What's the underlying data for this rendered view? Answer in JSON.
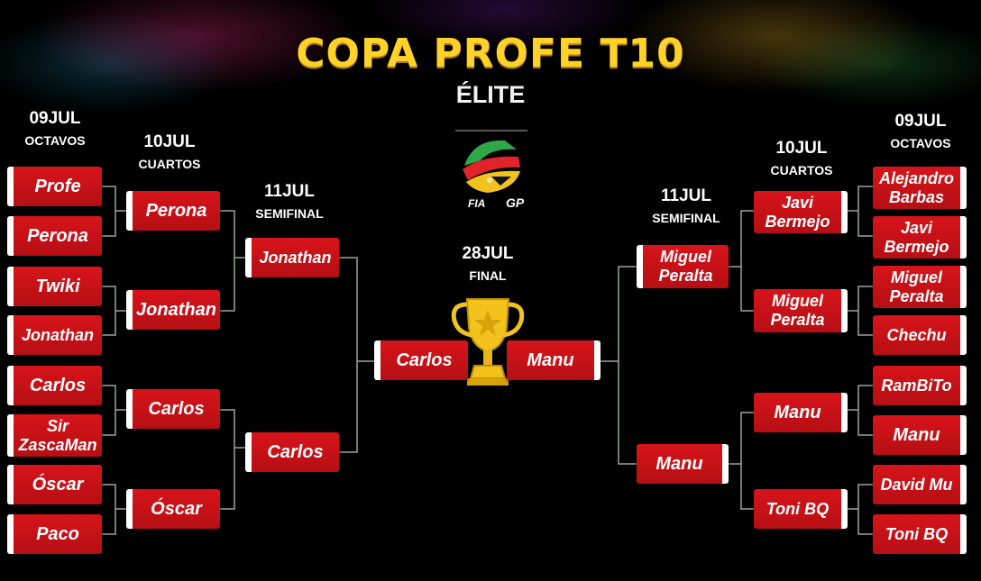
{
  "header": {
    "title": "COPA PROFE T10",
    "subtitle": "ÉLITE"
  },
  "left": {
    "octavos": {
      "date": "09JUL",
      "round": "OCTAVOS",
      "players": [
        "Profe",
        "Perona",
        "Twiki",
        "Jonathan",
        "Carlos",
        "Sir\nZascaMan",
        "Óscar",
        "Paco"
      ]
    },
    "cuartos": {
      "date": "10JUL",
      "round": "CUARTOS",
      "players": [
        "Perona",
        "Jonathan",
        "Carlos",
        "Óscar"
      ]
    },
    "semifinal": {
      "date": "11JUL",
      "round": "SEMIFINAL",
      "players": [
        "Jonathan",
        "Carlos"
      ]
    }
  },
  "right": {
    "octavos": {
      "date": "09JUL",
      "round": "OCTAVOS",
      "players": [
        "Alejandro\nBarbas",
        "Javi\nBermejo",
        "Miguel\nPeralta",
        "Chechu",
        "RamBiTo",
        "Manu",
        "David Mu",
        "Toni BQ"
      ]
    },
    "cuartos": {
      "date": "10JUL",
      "round": "CUARTOS",
      "players": [
        "Javi\nBermejo",
        "Miguel\nPeralta",
        "Manu",
        "Toni BQ"
      ]
    },
    "semifinal": {
      "date": "11JUL",
      "round": "SEMIFINAL",
      "players": [
        "Miguel\nPeralta",
        "Manu"
      ]
    }
  },
  "final": {
    "date": "28JUL",
    "round": "FINAL",
    "left": "Carlos",
    "right": "Manu"
  },
  "logo": {
    "text_left": "FIA",
    "text_right": "GP"
  },
  "icons": {
    "logo": "fia-gp-logo-icon",
    "trophy": "trophy-icon"
  },
  "colors": {
    "box": "#c8121a",
    "title": "#ffd22a",
    "line": "#9aa59a",
    "stripe": "#ffffff"
  }
}
